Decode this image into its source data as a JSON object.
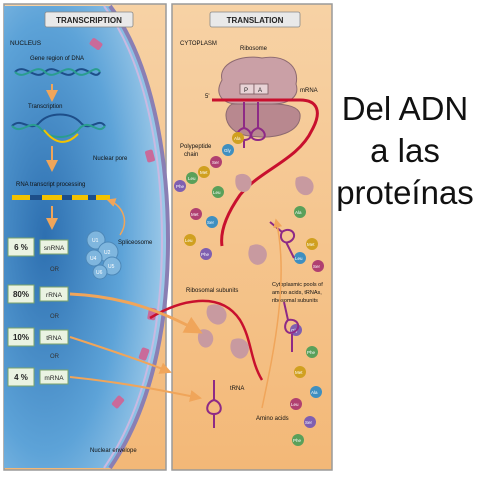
{
  "panels": {
    "transcription": "TRANSCRIPTION",
    "translation": "TRANSLATION"
  },
  "left": {
    "nucleus": "NUCLEUS",
    "gene_region_1": "Gene region of DNA",
    "transcription": "Transcription",
    "nuclear_pore": "Nuclear pore",
    "rna_processing": "RNA transcript processing",
    "spliceosome": "Spliceosome",
    "nuclear_envelope": "Nuclear envelope",
    "or": "OR",
    "rows": [
      {
        "percent": "6 %",
        "rna": "snRNA"
      },
      {
        "percent": "80%",
        "rna": "rRNA"
      },
      {
        "percent": "10%",
        "rna": "tRNA"
      },
      {
        "percent": "4 %",
        "rna": "mRNA"
      }
    ],
    "snrnp_labels": [
      "U1",
      "U2",
      "U4",
      "U5",
      "U6"
    ]
  },
  "right": {
    "cytoplasm": "CYTOPLASM",
    "ribosome": "Ribosome",
    "mrna": "mRNA",
    "five_prime": "5'",
    "p_site": "P",
    "a_site": "A",
    "polypeptide_1": "Polypeptide",
    "polypeptide_2": "chain",
    "ribosomal_subunits": "Ribosomal subunits",
    "pools_1": "Cytoplasmic pools of",
    "pools_2": "amino acids, tRNAs,",
    "pools_3": "ribosomal subunits",
    "trna": "tRNA",
    "amino_acids": "Amino acids",
    "aa_labels": [
      "Phe",
      "Leu",
      "Met",
      "Ser",
      "Gly",
      "Ala",
      "Leu",
      "Met",
      "Ser",
      "Leu",
      "Phe",
      "Ala",
      "Met",
      "Leu",
      "Ser",
      "Gly",
      "Phe",
      "Met",
      "Ala",
      "Leu",
      "Ser",
      "Phe",
      "Leu",
      "Met"
    ]
  },
  "headline": {
    "line1": "Del ADN",
    "line2": "a las",
    "line3": "proteínas"
  },
  "colors": {
    "nucleus_outer": "#e8f3fb",
    "nucleus_inner": "#3a86c6",
    "cytoplasm": "#f6c894",
    "panel_border": "#9a9a9a",
    "arrow_orange": "#f0a55a",
    "mrna_red": "#c8102e",
    "trna_purple": "#8e2a86",
    "ribosome": "#c89aa0",
    "pore": "#c96a9a"
  }
}
